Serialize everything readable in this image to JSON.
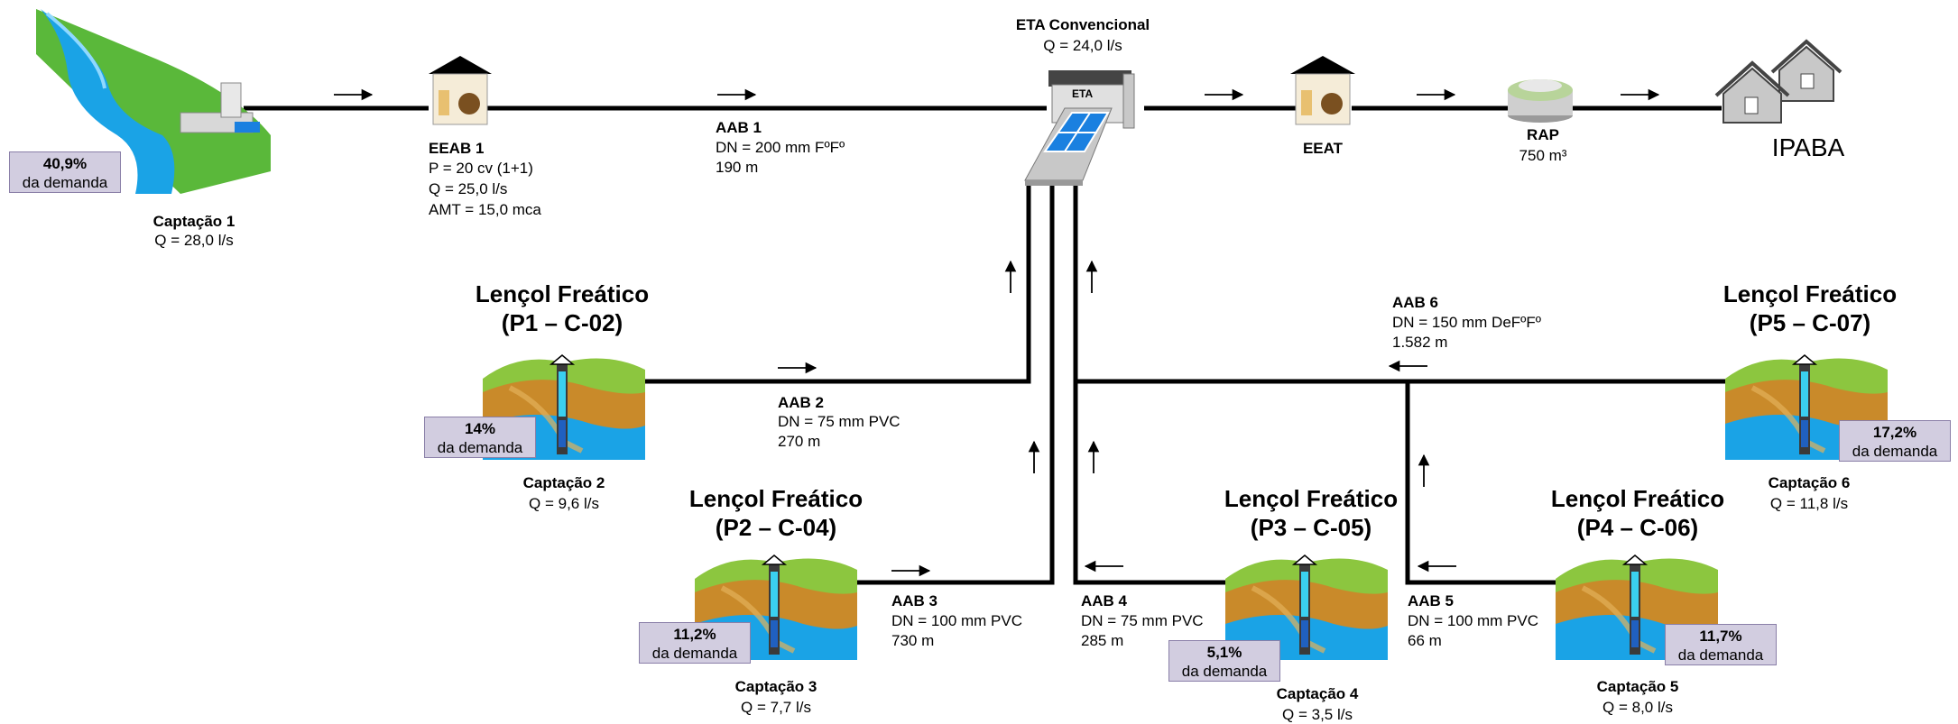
{
  "captacao1": {
    "title": "Captação 1",
    "flow": "Q = 28,0 l/s",
    "pct": "40,9%",
    "demand": "da demanda"
  },
  "eeab1": {
    "title": "EEAB 1",
    "line1": "P = 20 cv (1+1)",
    "line2": "Q = 25,0 l/s",
    "line3": "AMT = 15,0 mca"
  },
  "aab1": {
    "title": "AAB 1",
    "dn": "DN = 200 mm FºFº",
    "len": "190 m"
  },
  "eta": {
    "title": "ETA Convencional",
    "flow": "Q = 24,0 l/s",
    "label": "ETA"
  },
  "eeat": {
    "title": "EEAT"
  },
  "rap": {
    "title": "RAP",
    "vol": "750 m³"
  },
  "city": {
    "name": "IPABA"
  },
  "p1": {
    "title1": "Lençol Freático",
    "title2": "(P1 – C-02)",
    "cap": "Captação 2",
    "flow": "Q = 9,6 l/s",
    "pct": "14%",
    "demand": "da demanda"
  },
  "p2": {
    "title1": "Lençol Freático",
    "title2": "(P2 – C-04)",
    "cap": "Captação 3",
    "flow": "Q = 7,7 l/s",
    "pct": "11,2%",
    "demand": "da demanda"
  },
  "p3": {
    "title1": "Lençol Freático",
    "title2": "(P3 – C-05)",
    "cap": "Captação 4",
    "flow": "Q = 3,5 l/s",
    "pct": "5,1%",
    "demand": "da demanda"
  },
  "p4": {
    "title1": "Lençol Freático",
    "title2": "(P4 – C-06)",
    "cap": "Captação 5",
    "flow": "Q = 8,0 l/s",
    "pct": "11,7%",
    "demand": "da demanda"
  },
  "p5": {
    "title1": "Lençol Freático",
    "title2": "(P5 – C-07)",
    "cap": "Captação 6",
    "flow": "Q = 11,8 l/s",
    "pct": "17,2%",
    "demand": "da demanda"
  },
  "aab2": {
    "title": "AAB 2",
    "dn": "DN = 75 mm PVC",
    "len": "270 m"
  },
  "aab3": {
    "title": "AAB 3",
    "dn": "DN = 100 mm PVC",
    "len": "730 m"
  },
  "aab4": {
    "title": "AAB 4",
    "dn": "DN = 75 mm PVC",
    "len": "285 m"
  },
  "aab5": {
    "title": "AAB 5",
    "dn": "DN = 100 mm PVC",
    "len": "66 m"
  },
  "aab6": {
    "title": "AAB 6",
    "dn": "DN = 150 mm DeFºFº",
    "len": "1.582 m"
  },
  "colors": {
    "water": "#1aa3e6",
    "grass": "#5ab83a",
    "soil": "#c98a2a",
    "badge": "#d2cde0",
    "pipe": "#000000"
  }
}
